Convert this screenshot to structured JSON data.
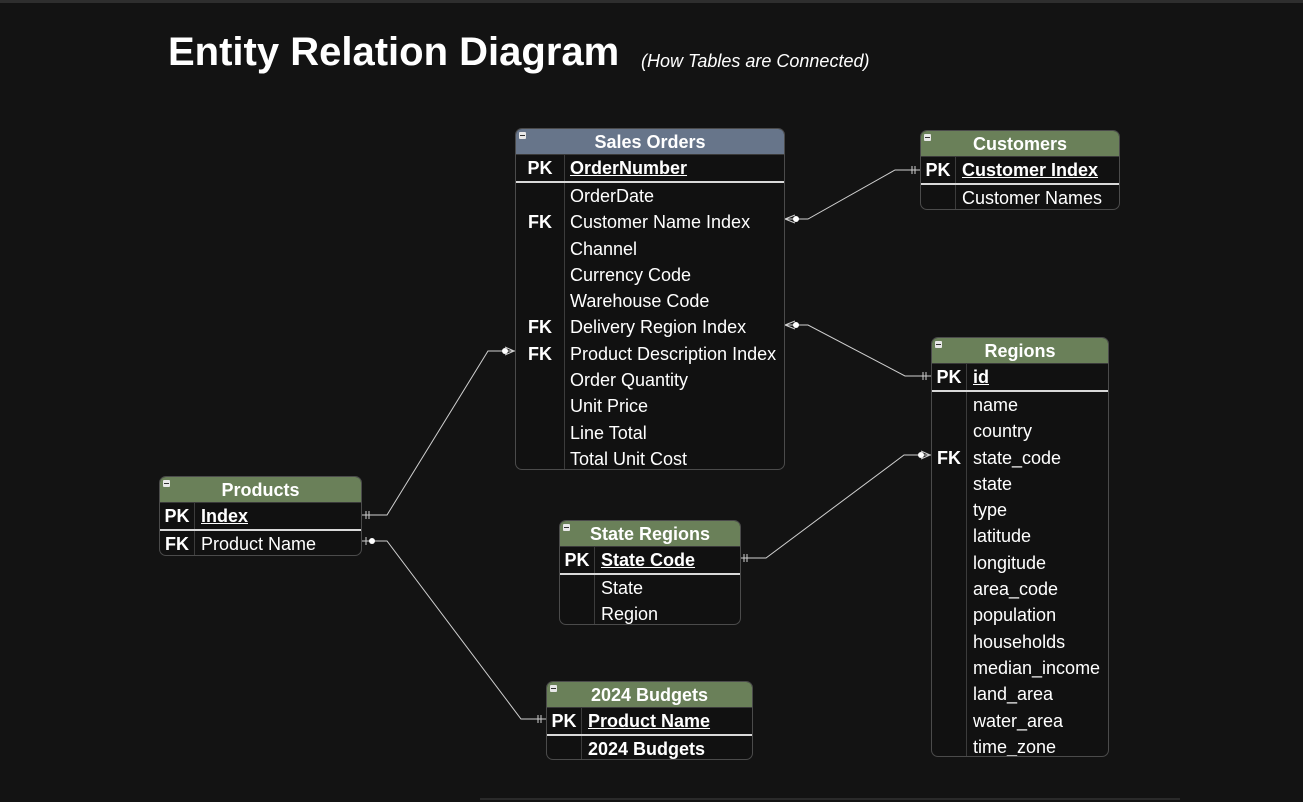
{
  "title": "Entity Relation Diagram",
  "subtitle": "(How Tables are Connected)",
  "colors": {
    "background": "#131313",
    "header_green": "#6a8059",
    "header_blue": "#67758a",
    "line": "#d0d0d0"
  },
  "entities": {
    "sales_orders": {
      "name": "Sales Orders",
      "pk": {
        "key": "PK",
        "field": "OrderNumber"
      },
      "fields": [
        {
          "key": "",
          "field": "OrderDate"
        },
        {
          "key": "FK",
          "field": "Customer Name Index"
        },
        {
          "key": "",
          "field": "Channel"
        },
        {
          "key": "",
          "field": "Currency Code"
        },
        {
          "key": "",
          "field": "Warehouse Code"
        },
        {
          "key": "FK",
          "field": "Delivery Region Index"
        },
        {
          "key": "FK",
          "field": "Product Description Index"
        },
        {
          "key": "",
          "field": "Order Quantity"
        },
        {
          "key": "",
          "field": "Unit Price"
        },
        {
          "key": "",
          "field": "Line Total"
        },
        {
          "key": "",
          "field": "Total Unit Cost"
        }
      ]
    },
    "customers": {
      "name": "Customers",
      "pk": {
        "key": "PK",
        "field": "Customer Index"
      },
      "fields": [
        {
          "key": "",
          "field": "Customer Names"
        }
      ]
    },
    "regions": {
      "name": "Regions",
      "pk": {
        "key": "PK",
        "field": "id"
      },
      "fields": [
        {
          "key": "",
          "field": "name"
        },
        {
          "key": "",
          "field": "country"
        },
        {
          "key": "FK",
          "field": "state_code"
        },
        {
          "key": "",
          "field": "state"
        },
        {
          "key": "",
          "field": "type"
        },
        {
          "key": "",
          "field": "latitude"
        },
        {
          "key": "",
          "field": "longitude"
        },
        {
          "key": "",
          "field": "area_code"
        },
        {
          "key": "",
          "field": "population"
        },
        {
          "key": "",
          "field": "households"
        },
        {
          "key": "",
          "field": "median_income"
        },
        {
          "key": "",
          "field": "land_area"
        },
        {
          "key": "",
          "field": "water_area"
        },
        {
          "key": "",
          "field": "time_zone"
        }
      ]
    },
    "products": {
      "name": "Products",
      "pk": {
        "key": "PK",
        "field": "Index"
      },
      "fields": [
        {
          "key": "FK",
          "field": "Product Name"
        }
      ]
    },
    "state_regions": {
      "name": "State Regions",
      "pk": {
        "key": "PK",
        "field": "State Code"
      },
      "fields": [
        {
          "key": "",
          "field": "State"
        },
        {
          "key": "",
          "field": "Region"
        }
      ]
    },
    "budgets": {
      "name": "2024 Budgets",
      "pk": {
        "key": "PK",
        "field": "Product Name"
      },
      "fields": [
        {
          "key": "",
          "field": "2024 Budgets"
        }
      ]
    }
  }
}
